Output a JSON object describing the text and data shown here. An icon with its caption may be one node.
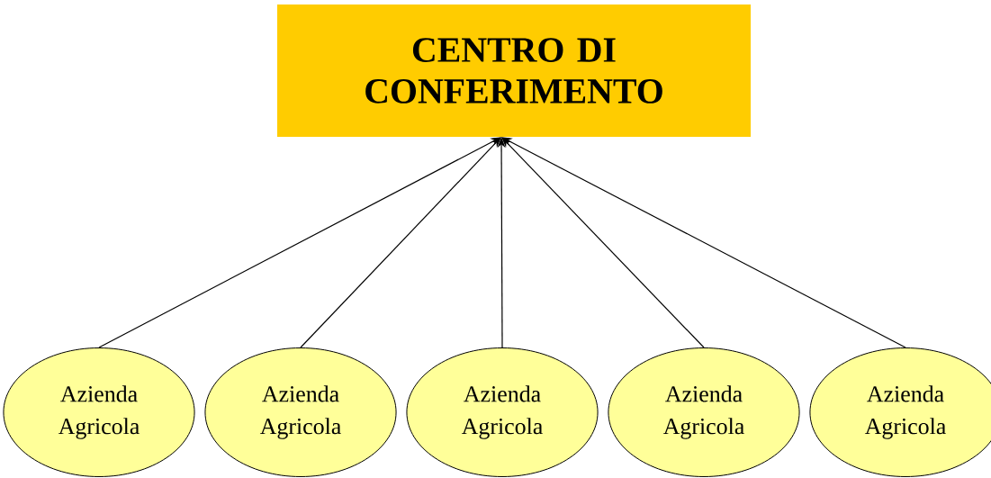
{
  "diagram": {
    "nodes": [
      {
        "text": [
          "CENTRO DI CONFERIMENTO"
        ]
      },
      {
        "text": [
          "Azienda Agricola"
        ]
      },
      {
        "text": [
          "Azienda Agricola"
        ]
      },
      {
        "text": [
          "Azienda Agricola"
        ]
      },
      {
        "text": [
          "Azienda Agricola"
        ]
      },
      {
        "text": [
          "Azienda Agricola"
        ]
      }
    ],
    "edges": [
      {
        "from": 1,
        "to": 0,
        "arrow": "to"
      },
      {
        "from": 2,
        "to": 0,
        "arrow": "to"
      },
      {
        "from": 3,
        "to": 0,
        "arrow": "to"
      },
      {
        "from": 4,
        "to": 0,
        "arrow": "to"
      },
      {
        "from": 5,
        "to": 0,
        "arrow": "to"
      }
    ]
  }
}
